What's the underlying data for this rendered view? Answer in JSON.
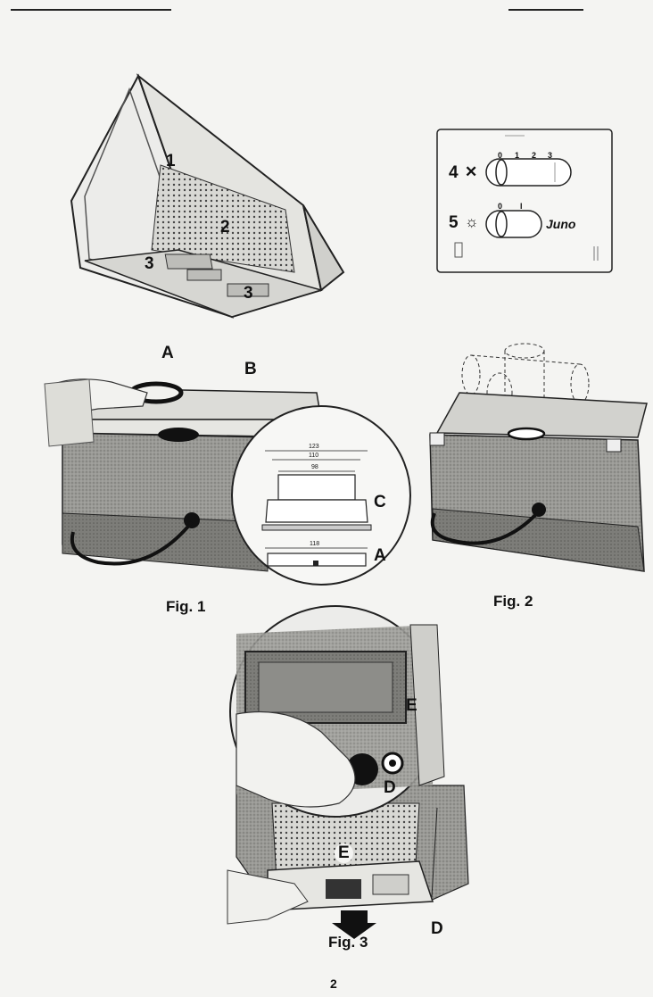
{
  "top_hood": {
    "labels": [
      "1",
      "2",
      "3",
      "3"
    ]
  },
  "control_panel": {
    "fan_number": "4",
    "fan_scale": [
      "0",
      "1",
      "2",
      "3"
    ],
    "light_number": "5",
    "light_scale": [
      "0",
      "I"
    ],
    "brand": "Juno",
    "icons": {
      "fan": "fan-icon",
      "light": "lamp-icon"
    }
  },
  "figure1": {
    "label_a_top": "A",
    "label_b": "B",
    "label_c": "C",
    "label_a_detail": "A",
    "dimensions": [
      "123",
      "110",
      "98",
      "118"
    ],
    "caption": "Fig. 1"
  },
  "figure2": {
    "caption": "Fig. 2"
  },
  "figure3": {
    "label_e_top": "E",
    "label_d_top": "D",
    "label_e_bottom": "E",
    "label_d_bottom": "D",
    "caption": "Fig. 3"
  },
  "page_number": "2"
}
